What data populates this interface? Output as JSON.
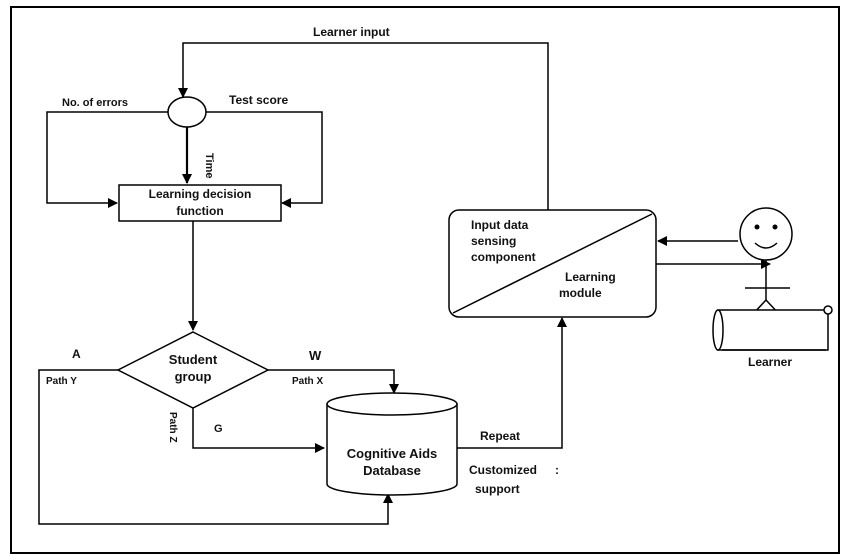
{
  "diagram": {
    "labels": {
      "learner_input": "Learner input",
      "no_of_errors": "No. of errors",
      "test_score": "Test score",
      "time": "Time",
      "decision_line1": "Learning  decision",
      "decision_line2": "function",
      "student_line1": "Student",
      "student_line2": "group",
      "a": "A",
      "path_y": "Path Y",
      "w": "W",
      "path_x": "Path X",
      "path_z": "Path Z",
      "g": "G",
      "db_line1": "Cognitive Aids",
      "db_line2": "Database",
      "repeat": "Repeat",
      "customized_line1": "Customized",
      "customized_line2": "support",
      "colon": ":",
      "input_line1": "Input data",
      "input_line2": "sensing",
      "input_line3": "component",
      "module_line1": "Learning",
      "module_line2": "module",
      "learner": "Learner"
    }
  }
}
